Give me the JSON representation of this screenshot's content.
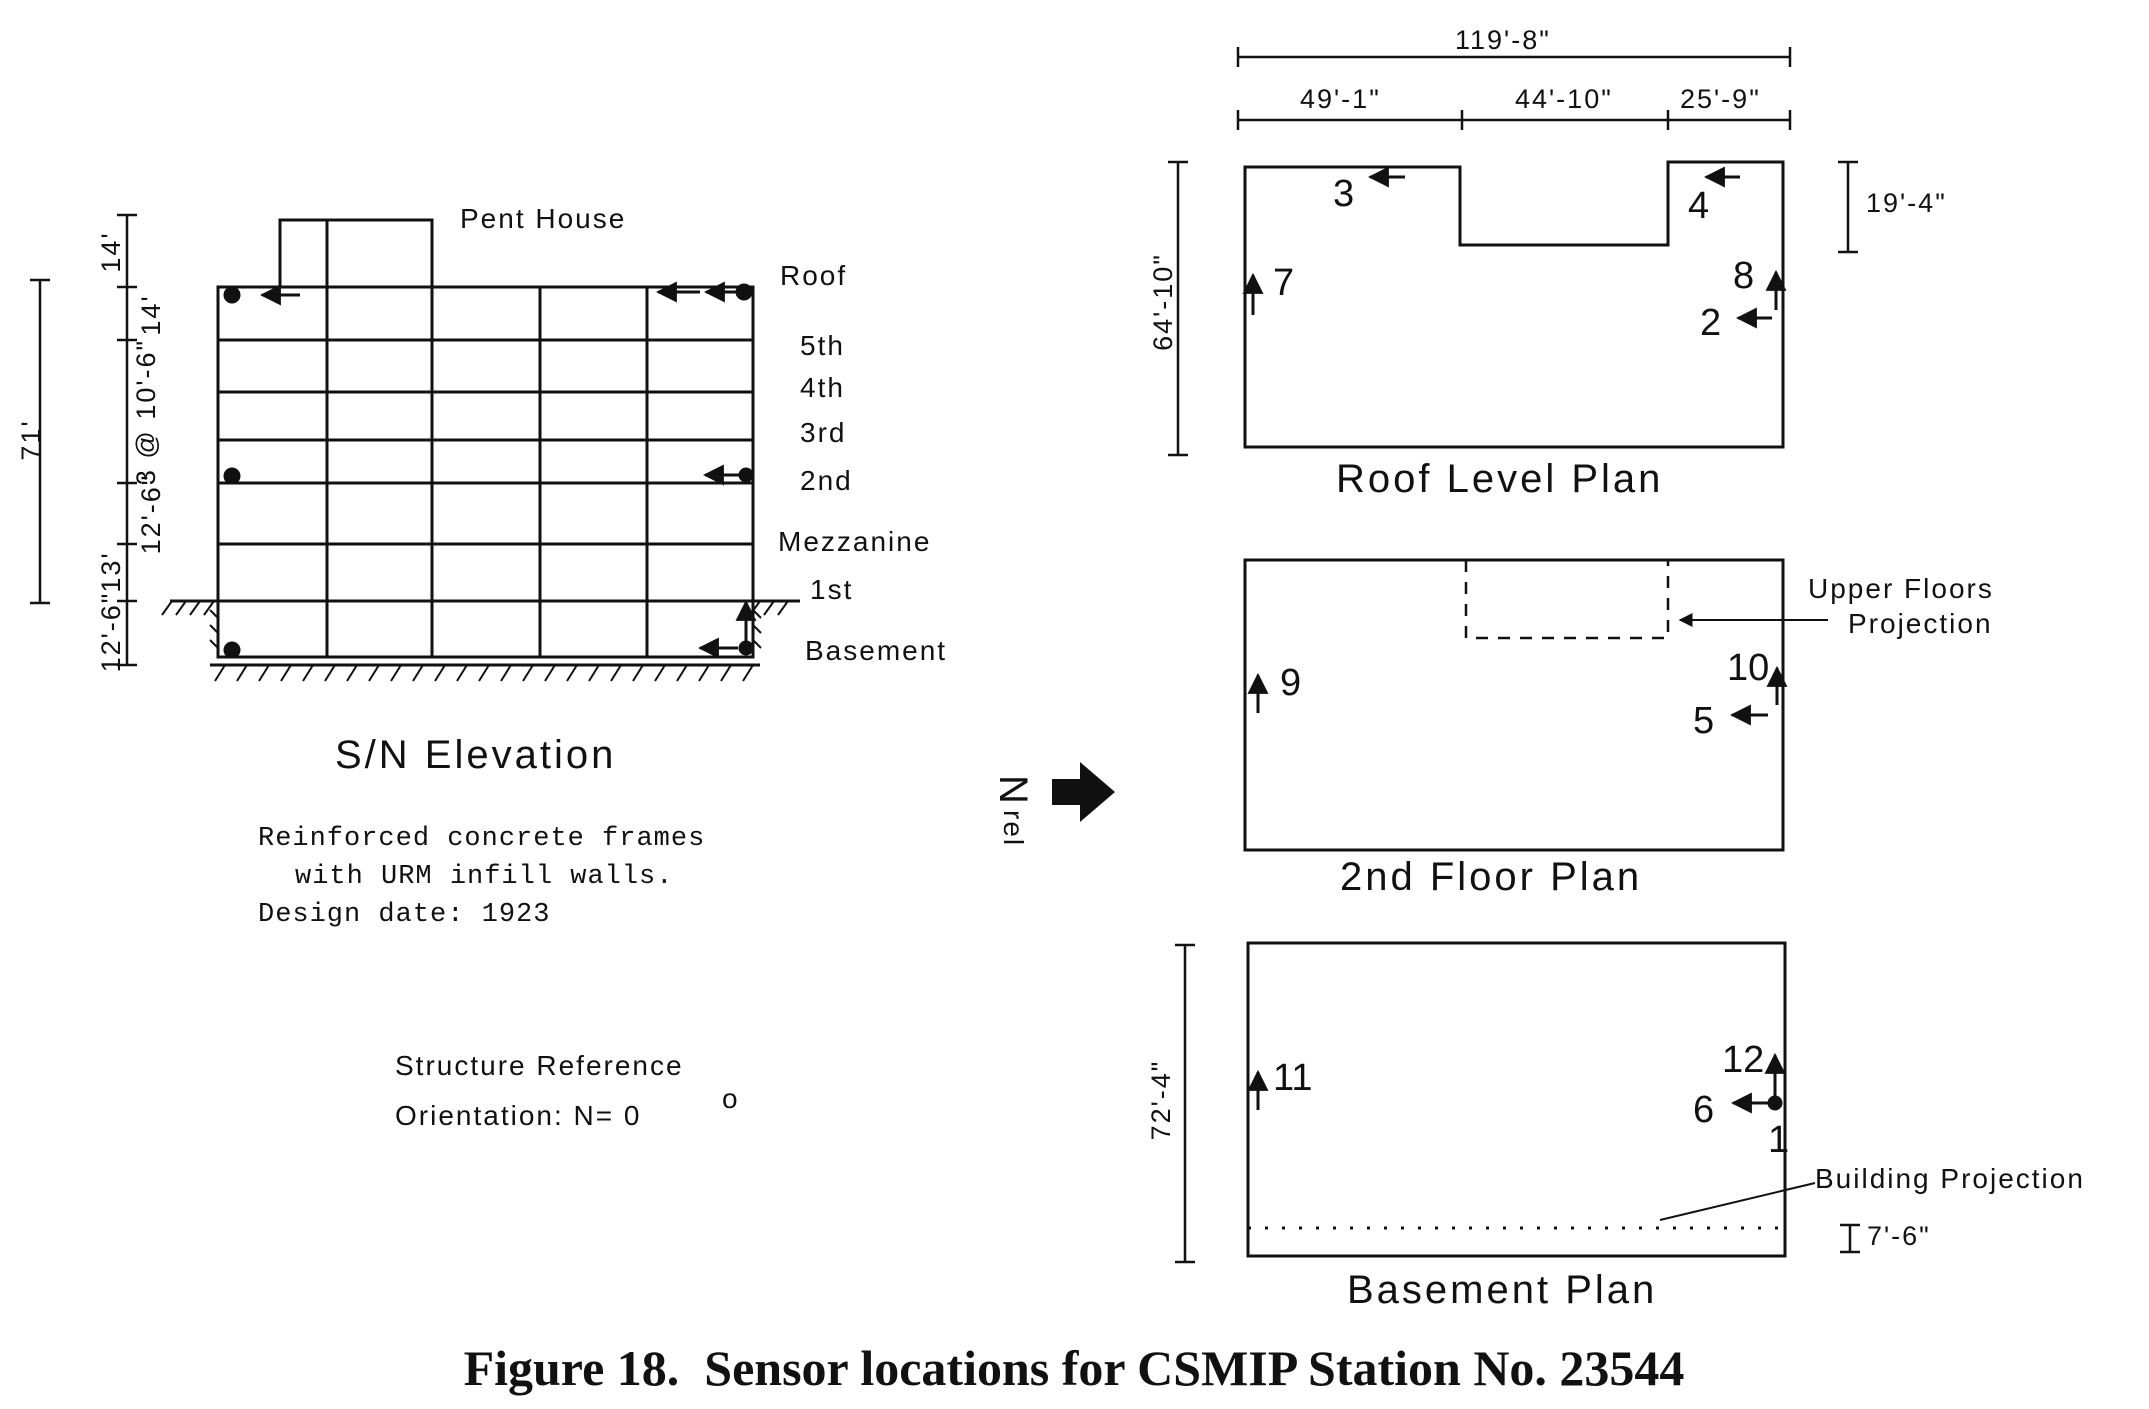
{
  "elevation": {
    "title": "S/N Elevation",
    "pent_house": "Pent House",
    "levels": {
      "roof": "Roof",
      "fifth": "5th",
      "fourth": "4th",
      "third": "3rd",
      "second": "2nd",
      "mezzanine": "Mezzanine",
      "first": "1st",
      "basement": "Basement"
    },
    "dims": {
      "total": "71'",
      "penthouse": "14'",
      "roof_to_5th": "14'",
      "typical": "3 @ 10'-6\"",
      "second_to_mezz": "12'-6\"",
      "mezz_to_first": "13'",
      "first_to_basement": "12'-6\""
    },
    "description": [
      "Reinforced concrete frames",
      "with URM infill walls.",
      "Design date: 1923"
    ],
    "orientation": {
      "line1": "Structure Reference",
      "line2": "Orientation:  N= 0",
      "degree": "o"
    }
  },
  "north": {
    "letter": "N",
    "sub": "rel"
  },
  "roof_plan": {
    "title": "Roof Level Plan",
    "overall_width": "119'-8\"",
    "seg1": "49'-1\"",
    "seg2": "44'-10\"",
    "seg3": "25'-9\"",
    "depth": "64'-10\"",
    "notch": "19'-4\"",
    "sensors": [
      "3",
      "4",
      "7",
      "8",
      "2"
    ]
  },
  "second_plan": {
    "title": "2nd Floor Plan",
    "projection_note": [
      "Upper Floors",
      "Projection"
    ],
    "sensors": [
      "9",
      "10",
      "5"
    ]
  },
  "basement_plan": {
    "title": "Basement Plan",
    "depth": "72'-4\"",
    "building_projection": "Building Projection",
    "offset": "7'-6\"",
    "sensors": [
      "11",
      "12",
      "6",
      "1"
    ]
  },
  "caption": "Figure 18.  Sensor locations for CSMIP Station No. 23544"
}
